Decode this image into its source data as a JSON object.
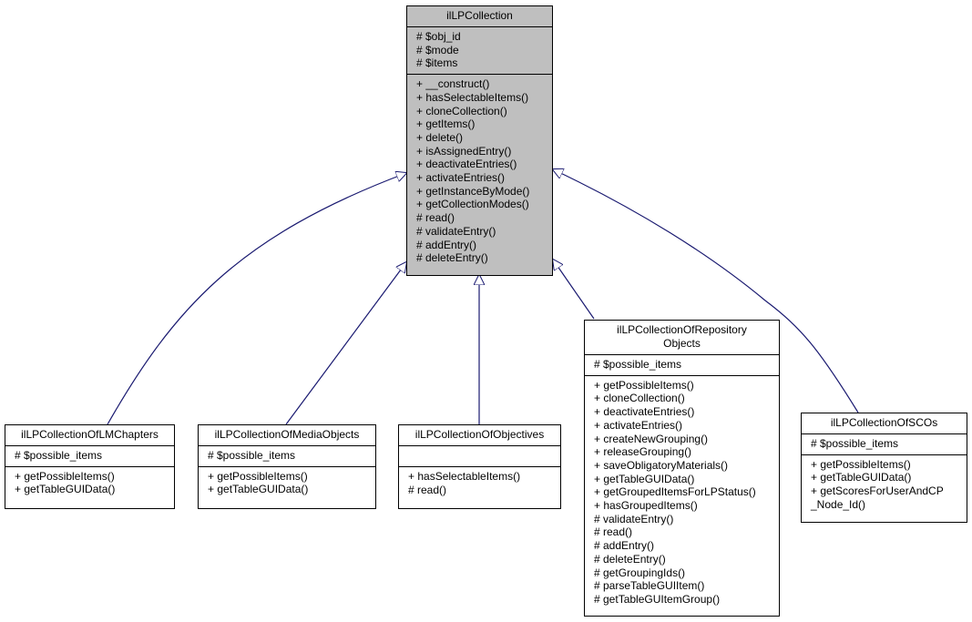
{
  "base": {
    "name": "ilLPCollection",
    "attributes": [
      "# $obj_id",
      "# $mode",
      "# $items"
    ],
    "operations": [
      "+ __construct()",
      "+ hasSelectableItems()",
      "+ cloneCollection()",
      "+ getItems()",
      "+ delete()",
      "+ isAssignedEntry()",
      "+ deactivateEntries()",
      "+ activateEntries()",
      "+ getInstanceByMode()",
      "+ getCollectionModes()",
      "# read()",
      "# validateEntry()",
      "# addEntry()",
      "# deleteEntry()"
    ]
  },
  "lm": {
    "name": "ilLPCollectionOfLMChapters",
    "attributes": [
      "# $possible_items"
    ],
    "operations": [
      "+ getPossibleItems()",
      "+ getTableGUIData()"
    ]
  },
  "media": {
    "name": "ilLPCollectionOfMediaObjects",
    "attributes": [
      "# $possible_items"
    ],
    "operations": [
      "+ getPossibleItems()",
      "+ getTableGUIData()"
    ]
  },
  "objectives": {
    "name": "ilLPCollectionOfObjectives",
    "attributes": [],
    "operations": [
      "+ hasSelectableItems()",
      "# read()"
    ]
  },
  "repo": {
    "name_line1": "ilLPCollectionOfRepository",
    "name_line2": "Objects",
    "attributes": [
      "# $possible_items"
    ],
    "operations": [
      "+ getPossibleItems()",
      "+ cloneCollection()",
      "+ deactivateEntries()",
      "+ activateEntries()",
      "+ createNewGrouping()",
      "+ releaseGrouping()",
      "+ saveObligatoryMaterials()",
      "+ getTableGUIData()",
      "+ getGroupedItemsForLPStatus()",
      "+ hasGroupedItems()",
      "# validateEntry()",
      "# read()",
      "# addEntry()",
      "# deleteEntry()",
      "# getGroupingIds()",
      "# parseTableGUIItem()",
      "# getTableGUItemGroup()"
    ]
  },
  "scos": {
    "name": "ilLPCollectionOfSCOs",
    "attributes": [
      "# $possible_items"
    ],
    "operations": [
      "+ getPossibleItems()",
      "+ getTableGUIData()",
      "+ getScoresForUserAndCP",
      "_Node_Id()"
    ]
  },
  "colors": {
    "edge": "#191970",
    "base_fill": "#bfbfbf"
  }
}
